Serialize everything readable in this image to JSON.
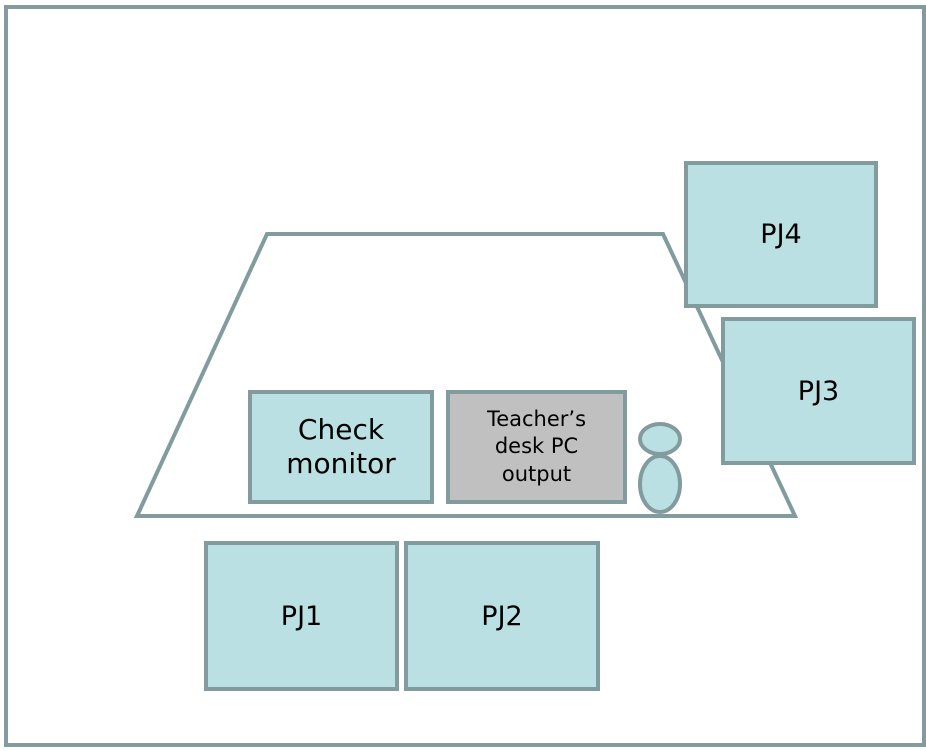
{
  "diagram": {
    "projectors": [
      {
        "id": "pj1",
        "label": "PJ1"
      },
      {
        "id": "pj2",
        "label": "PJ2"
      },
      {
        "id": "pj3",
        "label": "PJ3"
      },
      {
        "id": "pj4",
        "label": "PJ4"
      }
    ],
    "check_monitor": {
      "label": "Check\nmonitor"
    },
    "teacher_pc_output": {
      "label": "Teacher’s\ndesk PC\noutput"
    },
    "colors": {
      "outline": "#819b9e",
      "box_fill": "#bbe0e3",
      "pc_fill": "#c0c0c0",
      "background": "#ffffff"
    }
  }
}
